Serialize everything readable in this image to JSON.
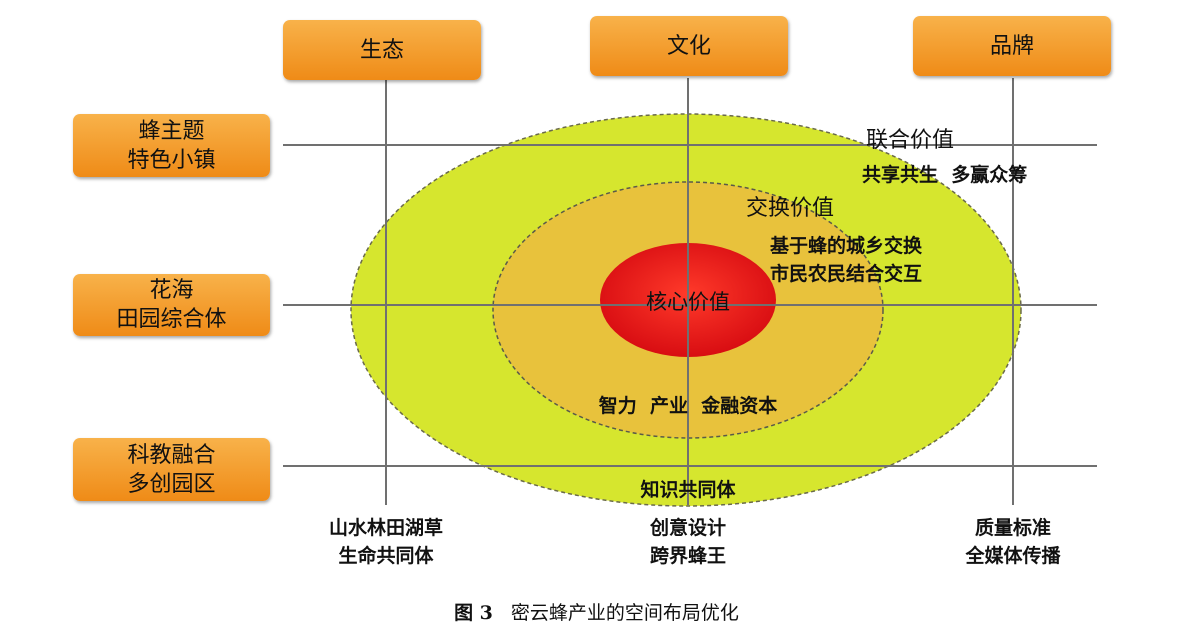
{
  "top_headers": [
    "生态",
    "文化",
    "品牌"
  ],
  "left_boxes": [
    {
      "line1": "蜂主题",
      "line2": "特色小镇"
    },
    {
      "line1": "花海",
      "line2": "田园综合体"
    },
    {
      "line1": "科教融合",
      "line2": "多创园区"
    }
  ],
  "rings": {
    "outer": {
      "title": "联合价值",
      "desc": "共享共生  多赢众筹"
    },
    "middle": {
      "title": "交换价值",
      "desc1": "基于蜂的城乡交换",
      "desc2": "市民农民结合交互"
    },
    "core": {
      "title": "核心价值",
      "desc1": "智力  产业  金融资本",
      "desc2": "知识共同体"
    }
  },
  "bottom_labels": [
    {
      "line1": "山水林田湖草",
      "line2": "生命共同体"
    },
    {
      "line1": "创意设计",
      "line2": "跨界蜂王"
    },
    {
      "line1": "质量标准",
      "line2": "全媒体传播"
    }
  ],
  "caption": {
    "label": "图 3",
    "text": "密云蜂产业的空间布局优化"
  },
  "colors": {
    "outer_fill": "#d6e62e",
    "middle_fill": "#e8c23c",
    "core_fill": "#e8161b",
    "box_fill": "#f29a2a"
  }
}
